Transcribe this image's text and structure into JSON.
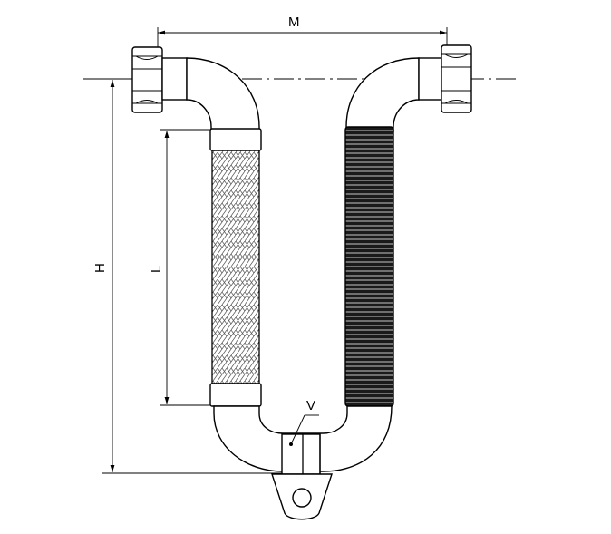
{
  "labels": {
    "width": "M",
    "height": "H",
    "hose_length": "L",
    "valve": "V"
  },
  "components": {
    "left_hose": "braided-hose",
    "right_hose": "corrugated-hose"
  },
  "colors": {
    "line": "#000000",
    "background": "#ffffff"
  }
}
